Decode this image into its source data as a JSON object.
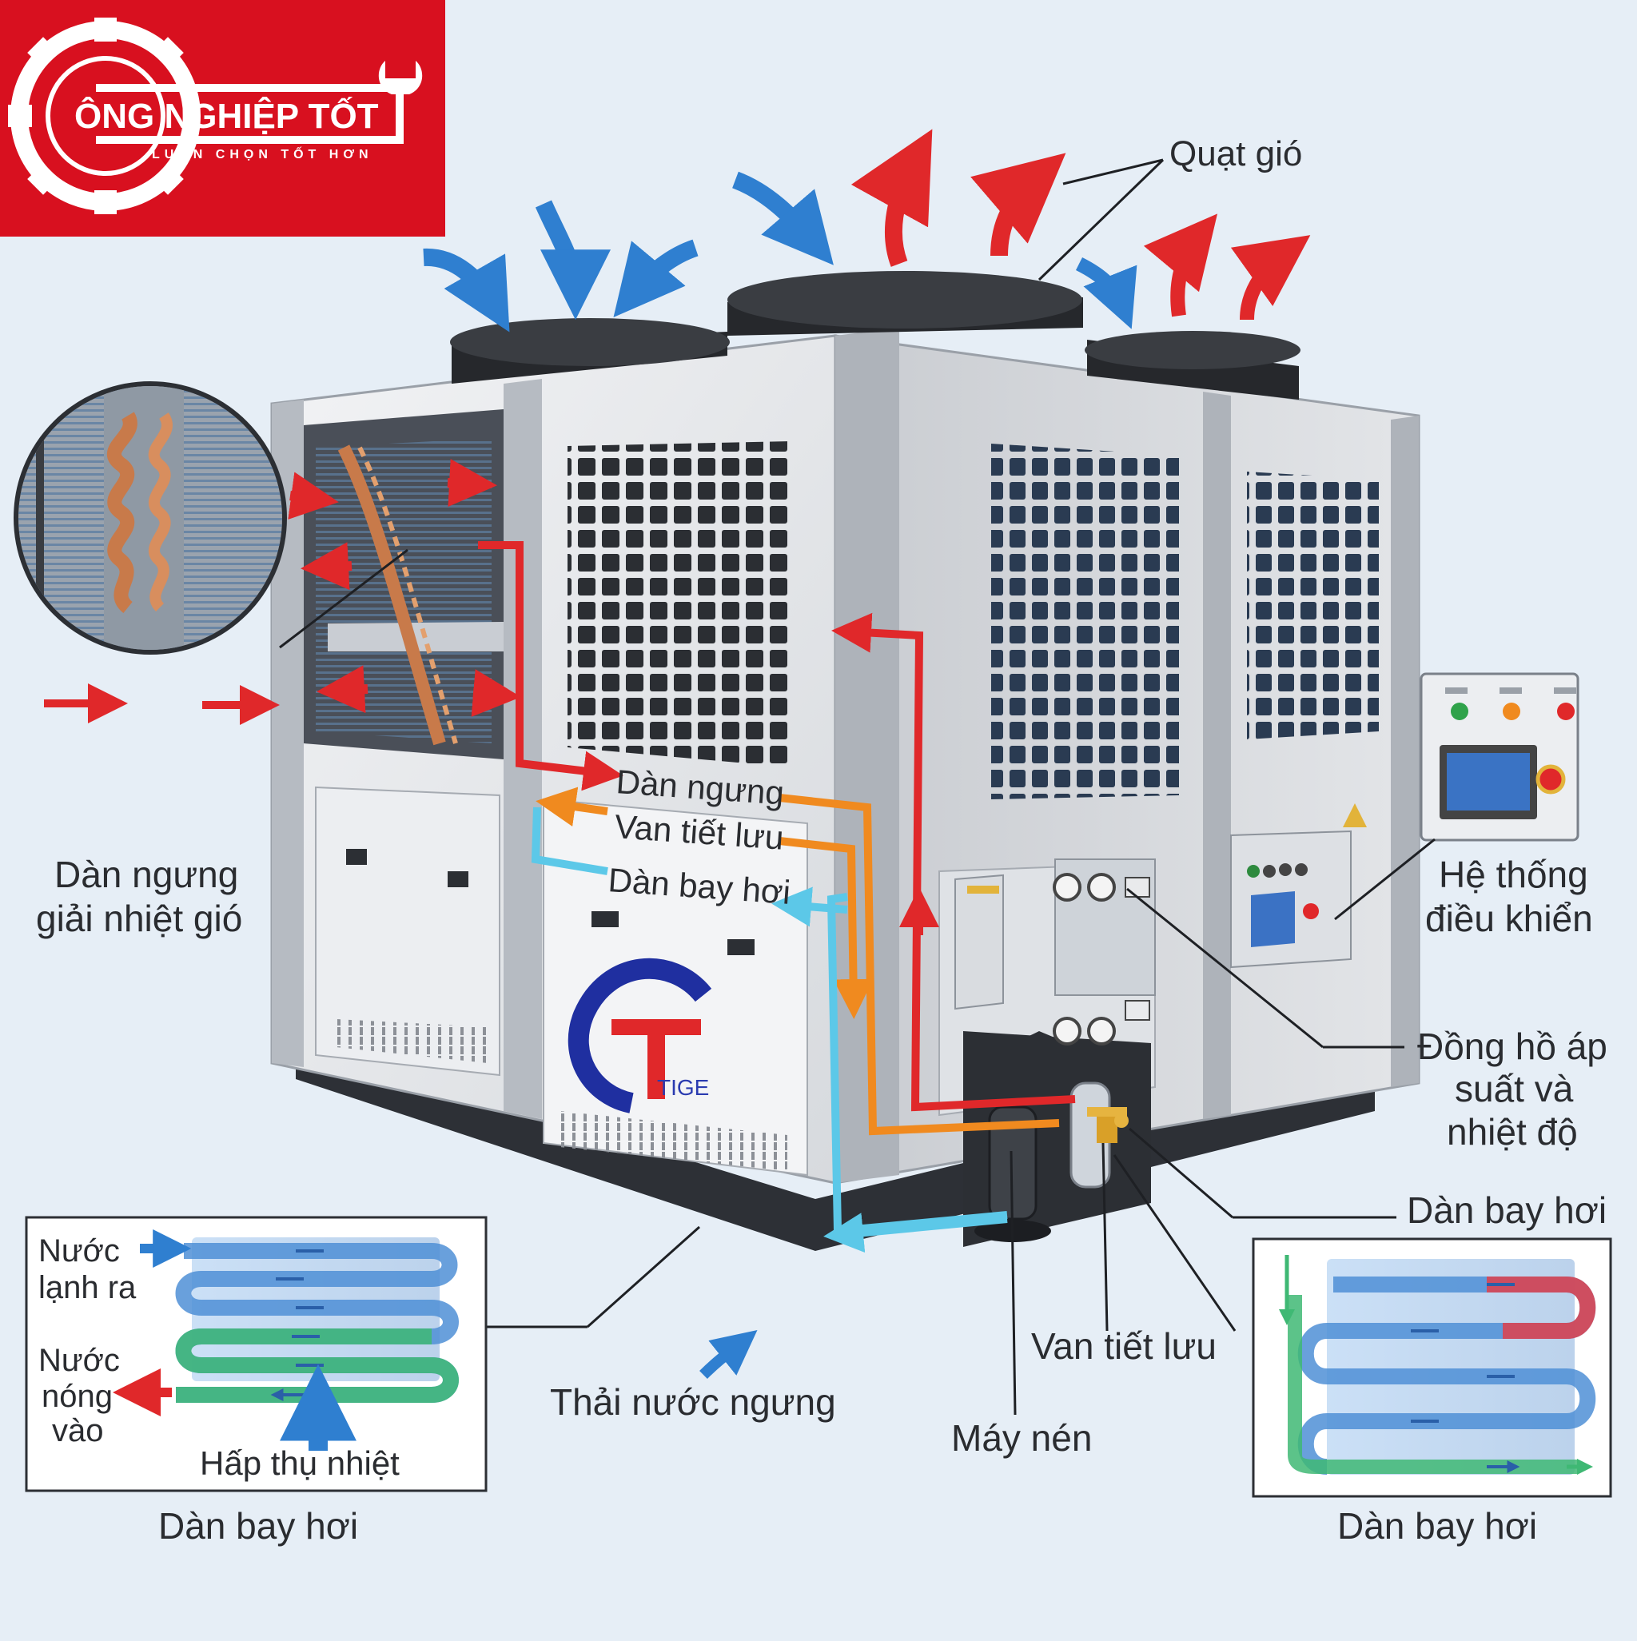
{
  "logo": {
    "name": "ÔNG NGHIỆP TỐT",
    "slogan": "LUÔN CHỌN TỐT HƠN",
    "bg_color": "#d8101f"
  },
  "brand": {
    "name": "TIGE"
  },
  "labels": {
    "quat_gio": "Quạt gió",
    "dan_ngung_gio_line1": "Dàn ngưng",
    "dan_ngung_gio_line2": "giải nhiệt gió",
    "flow_dan_ngung": "Dàn ngưng",
    "flow_van_tiet_luu": "Van tiết lưu",
    "flow_dan_bay_hoi": "Dàn bay hơi",
    "he_thong_line1": "Hệ thống",
    "he_thong_line2": "điều khiển",
    "dong_ho_line1": "Đồng hồ áp",
    "dong_ho_line2": "suất và",
    "dong_ho_line3": "nhiệt độ",
    "dan_bay_hoi_right": "Dàn bay hơi",
    "van_tiet_luu": "Van tiết lưu",
    "may_nen": "Máy nén",
    "thai_nuoc_ngung": "Thải nước ngưng"
  },
  "inset_left": {
    "water_out_line1": "Nước",
    "water_out_line2": "lạnh ra",
    "water_in_line1": "Nước",
    "water_in_line2": "nóng",
    "water_in_line3": "vào",
    "absorb": "Hấp thụ nhiệt",
    "caption": "Dàn bay hơi"
  },
  "inset_right": {
    "caption": "Dàn bay hơi"
  },
  "colors": {
    "hot_arrow": "#e0282a",
    "cold_arrow": "#2f7fd0",
    "refrigerant_orange": "#f08a1f",
    "refrigerant_cyan": "#5cc8e8",
    "panel": "#e9ebee",
    "frame": "#b8bdc4",
    "fan": "#2a2c30",
    "coil_blue": "#4f8fd6",
    "coil_green": "#3fb874"
  }
}
